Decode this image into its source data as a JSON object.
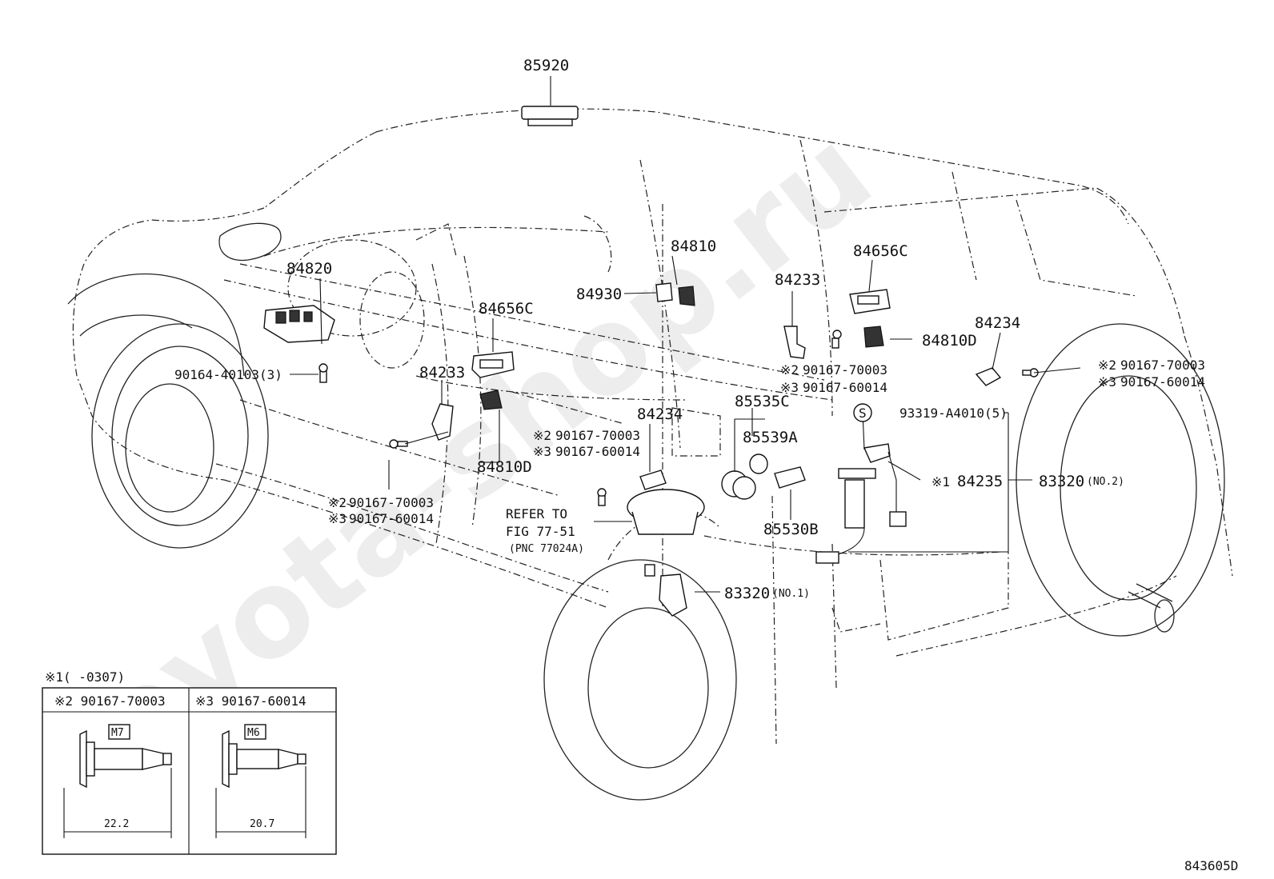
{
  "watermark": "toyota-shop.ru",
  "labels": {
    "p85920": "85920",
    "p84820": "84820",
    "p84810": "84810",
    "p84656C_top": "84656C",
    "p84930": "84930",
    "p84656C_front": "84656C",
    "p84233_rear": "84233",
    "p84810D_rear": "84810D",
    "p84234_rear": "84234",
    "p90164": "90164-40103(3)",
    "p84233_front": "84233",
    "p84234_mid": "84234",
    "p85535C": "85535C",
    "p85539A": "85539A",
    "p84810D_front": "84810D",
    "p85530B": "85530B",
    "p93319": "93319-A4010(5)",
    "p84235": "84235",
    "p83320_no2": "83320",
    "p83320_no2_suffix": "(NO.2)",
    "p83320_no1": "83320",
    "p83320_no1_suffix": "(NO.1)",
    "refer_line1": "REFER TO",
    "refer_line2": "FIG 77-51",
    "refer_line3": "(PNC 77024A)",
    "s_mark": "S",
    "diagram_code": "843605D"
  },
  "callouts": {
    "a_mark2": "※2",
    "a_70003": "90167-70003",
    "a_mark3": "※3",
    "a_60014": "90167-60014",
    "b_mark2": "※2",
    "b_70003": "90167-70003",
    "b_mark3": "※3",
    "b_60014": "90167-60014",
    "c_mark2": "※2",
    "c_70003": "90167-70003",
    "c_mark3": "※3",
    "c_60014": "90167-60014",
    "d_mark2": "※2",
    "d_70003": "90167-70003",
    "d_mark3": "※3",
    "d_60014": "90167-60014",
    "mark1_84235": "※1"
  },
  "legend": {
    "note": "※1(     -0307)",
    "col1_title": "※2 90167-70003",
    "col2_title": "※3 90167-60014",
    "col1_size": "M7",
    "col2_size": "M6",
    "col1_length": "22.2",
    "col2_length": "20.7"
  }
}
